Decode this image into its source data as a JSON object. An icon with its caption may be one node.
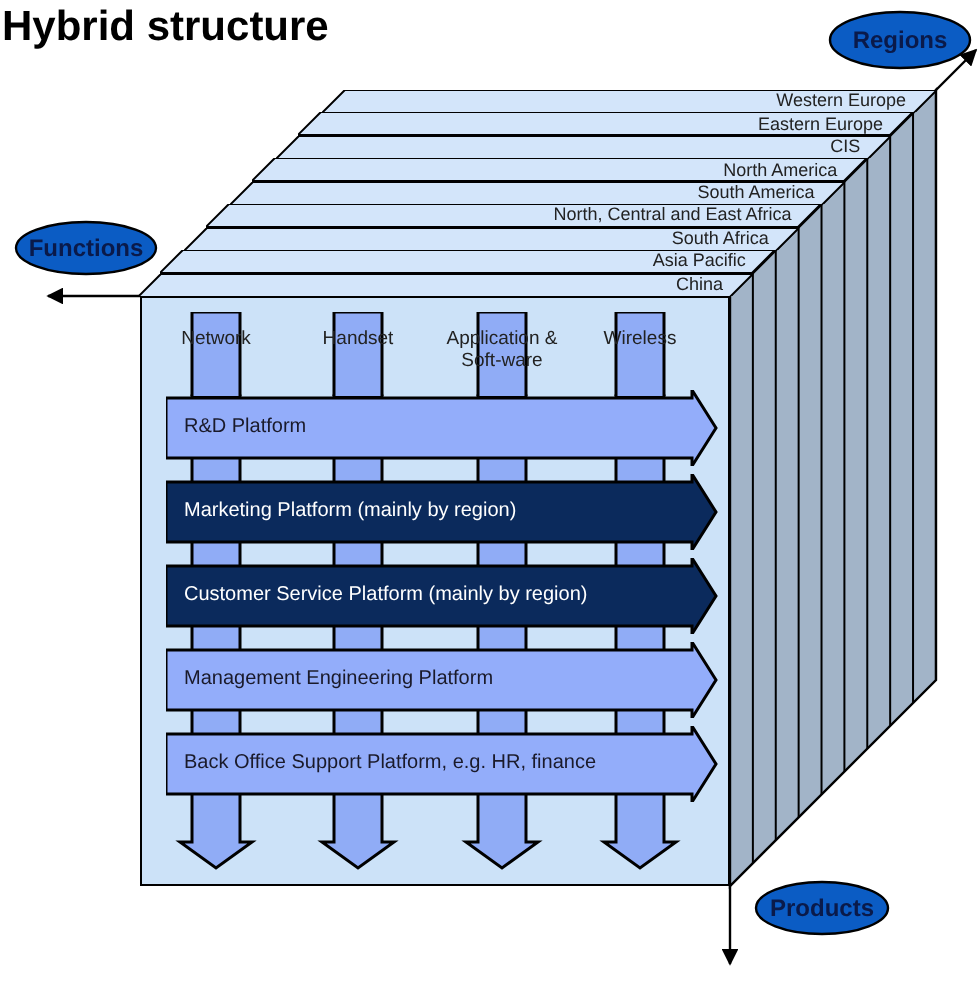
{
  "diagram": {
    "title": "Hybrid structure",
    "nodes": [
      {
        "text": [
          "Regions"
        ]
      },
      {
        "text": [
          "Western Europe"
        ]
      },
      {
        "text": [
          "Eastern Europe"
        ]
      },
      {
        "text": [
          "CIS"
        ]
      },
      {
        "text": [
          "North America"
        ]
      },
      {
        "text": [
          "South America"
        ]
      },
      {
        "text": [
          "North, Central and East Africa"
        ]
      },
      {
        "text": [
          "South Africa"
        ]
      },
      {
        "text": [
          "Asia  Pacific"
        ]
      },
      {
        "text": [
          "China"
        ]
      },
      {
        "text": [
          "Functions"
        ]
      },
      {
        "text": [],
        "shape": "box"
      },
      {
        "text": [
          "Network"
        ],
        "in": 11
      },
      {
        "text": [
          "Handset"
        ],
        "in": 11
      },
      {
        "text": [
          "Application & Soft-ware"
        ],
        "in": 11
      },
      {
        "text": [
          "Wireless"
        ],
        "in": 11
      },
      {
        "text": [
          "R&D Platform"
        ],
        "in": 11
      },
      {
        "text": [
          "Marketing Platform (mainly by region)"
        ],
        "in": 11
      },
      {
        "text": [
          "Customer Service Platform (mainly by region)"
        ],
        "in": 11
      },
      {
        "text": [
          "Management Engineering Platform"
        ],
        "in": 11
      },
      {
        "text": [
          "Back Office Support Platform, e.g. HR, finance"
        ],
        "in": 11
      },
      {
        "text": [
          "Products"
        ]
      }
    ],
    "edges": [
      {
        "from": 1,
        "to": 0,
        "arrow": "to"
      },
      {
        "from": 11,
        "to": 10,
        "arrow": "to"
      },
      {
        "from": 11,
        "to": null,
        "arrow": "to"
      }
    ]
  }
}
